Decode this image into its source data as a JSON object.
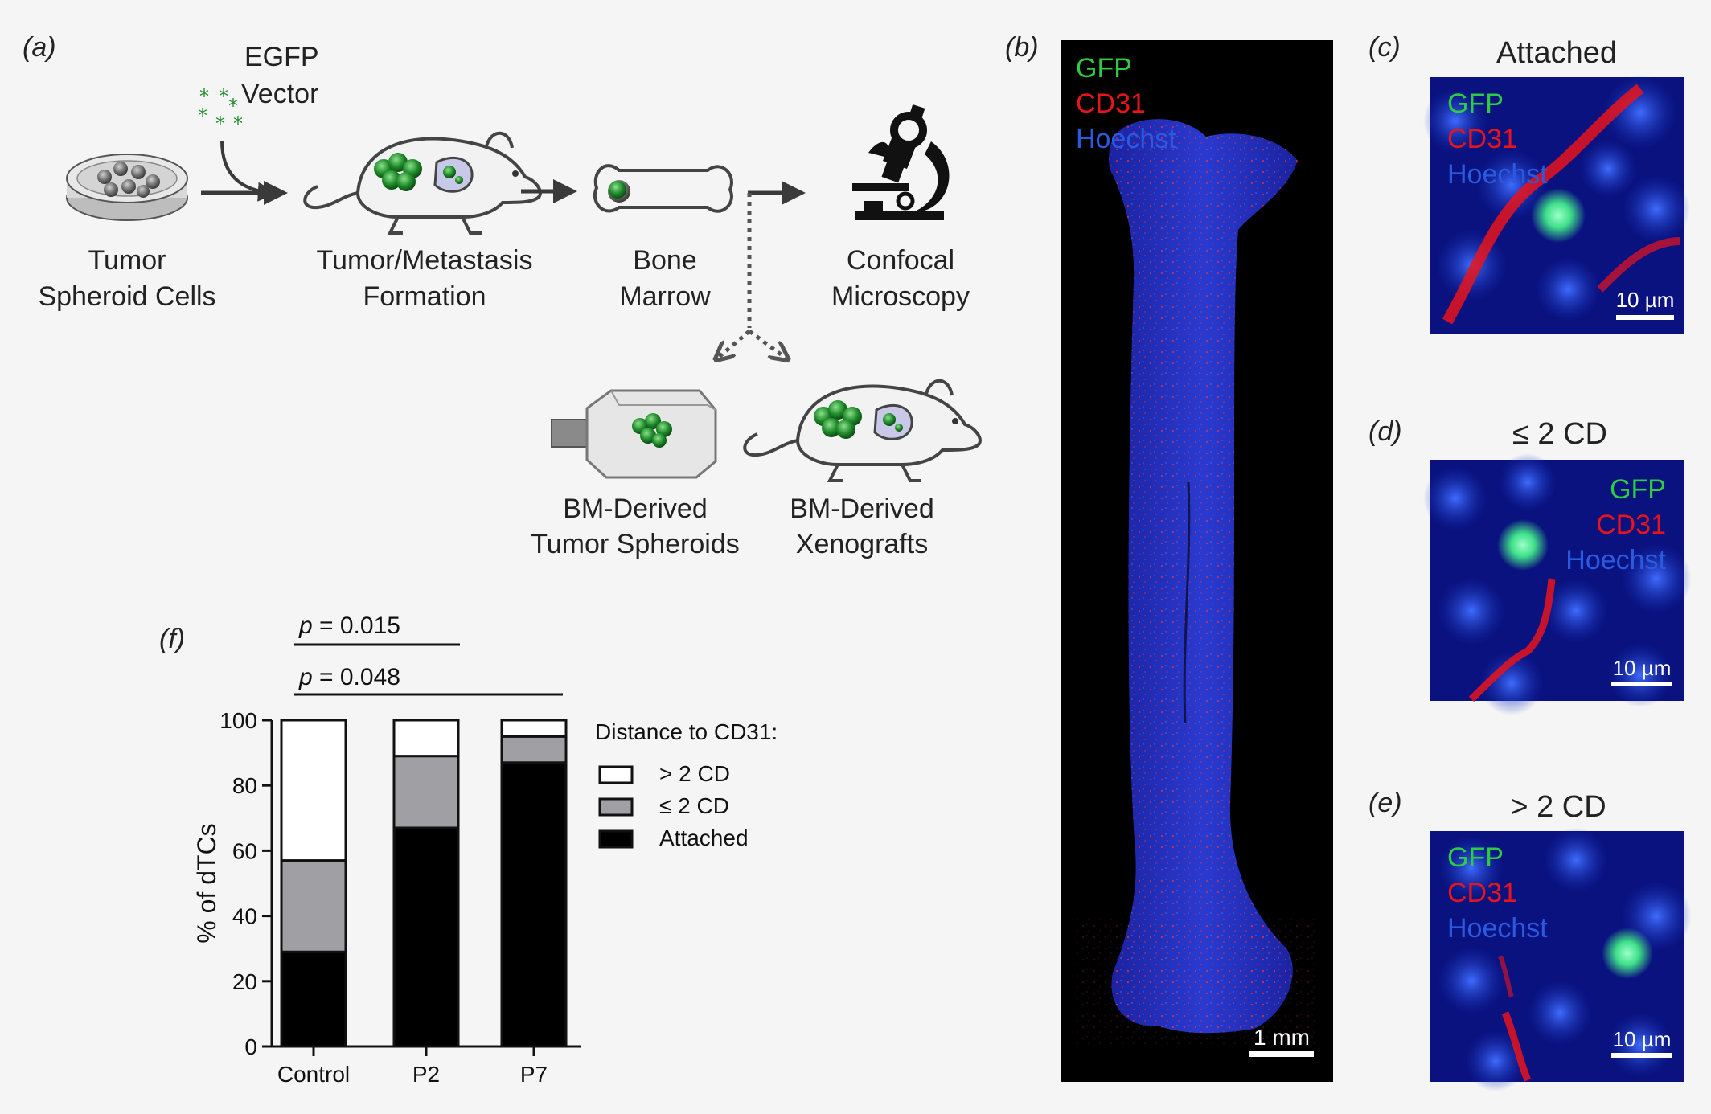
{
  "panels": {
    "a": {
      "label": "(a)",
      "vector_label": [
        "EGFP",
        "Vector"
      ],
      "steps": [
        {
          "lines": [
            "Tumor",
            "Spheroid Cells"
          ]
        },
        {
          "lines": [
            "Tumor/Metastasis",
            "Formation"
          ]
        },
        {
          "lines": [
            "Bone",
            "Marrow"
          ]
        },
        {
          "lines": [
            "Confocal",
            "Microscopy"
          ]
        }
      ],
      "outcomes": [
        {
          "lines": [
            "BM-Derived",
            "Tumor Spheroids"
          ]
        },
        {
          "lines": [
            "BM-Derived",
            "Xenografts"
          ]
        }
      ]
    },
    "b": {
      "label": "(b)",
      "channels": [
        "GFP",
        "CD31",
        "Hoechst"
      ],
      "scale_bar": "1 mm"
    },
    "c": {
      "label": "(c)",
      "title": "Attached",
      "channels": [
        "GFP",
        "CD31",
        "Hoechst"
      ],
      "scale_bar": "10 µm"
    },
    "d": {
      "label": "(d)",
      "title": "≤ 2 CD",
      "channels": [
        "GFP",
        "CD31",
        "Hoechst"
      ],
      "scale_bar": "10 µm"
    },
    "e": {
      "label": "(e)",
      "title": "> 2 CD",
      "channels": [
        "GFP",
        "CD31",
        "Hoechst"
      ],
      "scale_bar": "10 µm"
    },
    "f": {
      "label": "(f)",
      "pvals": [
        {
          "prefix": "p",
          "text": " = 0.015"
        },
        {
          "prefix": "p",
          "text": " = 0.048"
        }
      ]
    }
  },
  "colors": {
    "gfp": "#2ecc40",
    "cd31": "#e8141c",
    "hoechst": "#1e50d0",
    "attached": "#000000",
    "near": "#a0a0a4",
    "far": "#ffffff"
  },
  "chart_data": {
    "type": "bar",
    "stacked": true,
    "categories": [
      "Control",
      "P2",
      "P7"
    ],
    "series": [
      {
        "name": "Attached",
        "values": [
          29,
          67,
          87
        ]
      },
      {
        "name": "≤ 2 CD",
        "values": [
          28,
          22,
          8
        ]
      },
      {
        "name": "> 2 CD",
        "values": [
          43,
          11,
          5
        ]
      }
    ],
    "legend_title": "Distance to CD31:",
    "legend_order": [
      "> 2 CD",
      "≤ 2 CD",
      "Attached"
    ],
    "ylabel": "% of dTCs",
    "xlabel": "",
    "ylim": [
      0,
      100
    ],
    "yticks": [
      0,
      20,
      40,
      60,
      80,
      100
    ],
    "legend_position": "right",
    "grid": false
  }
}
